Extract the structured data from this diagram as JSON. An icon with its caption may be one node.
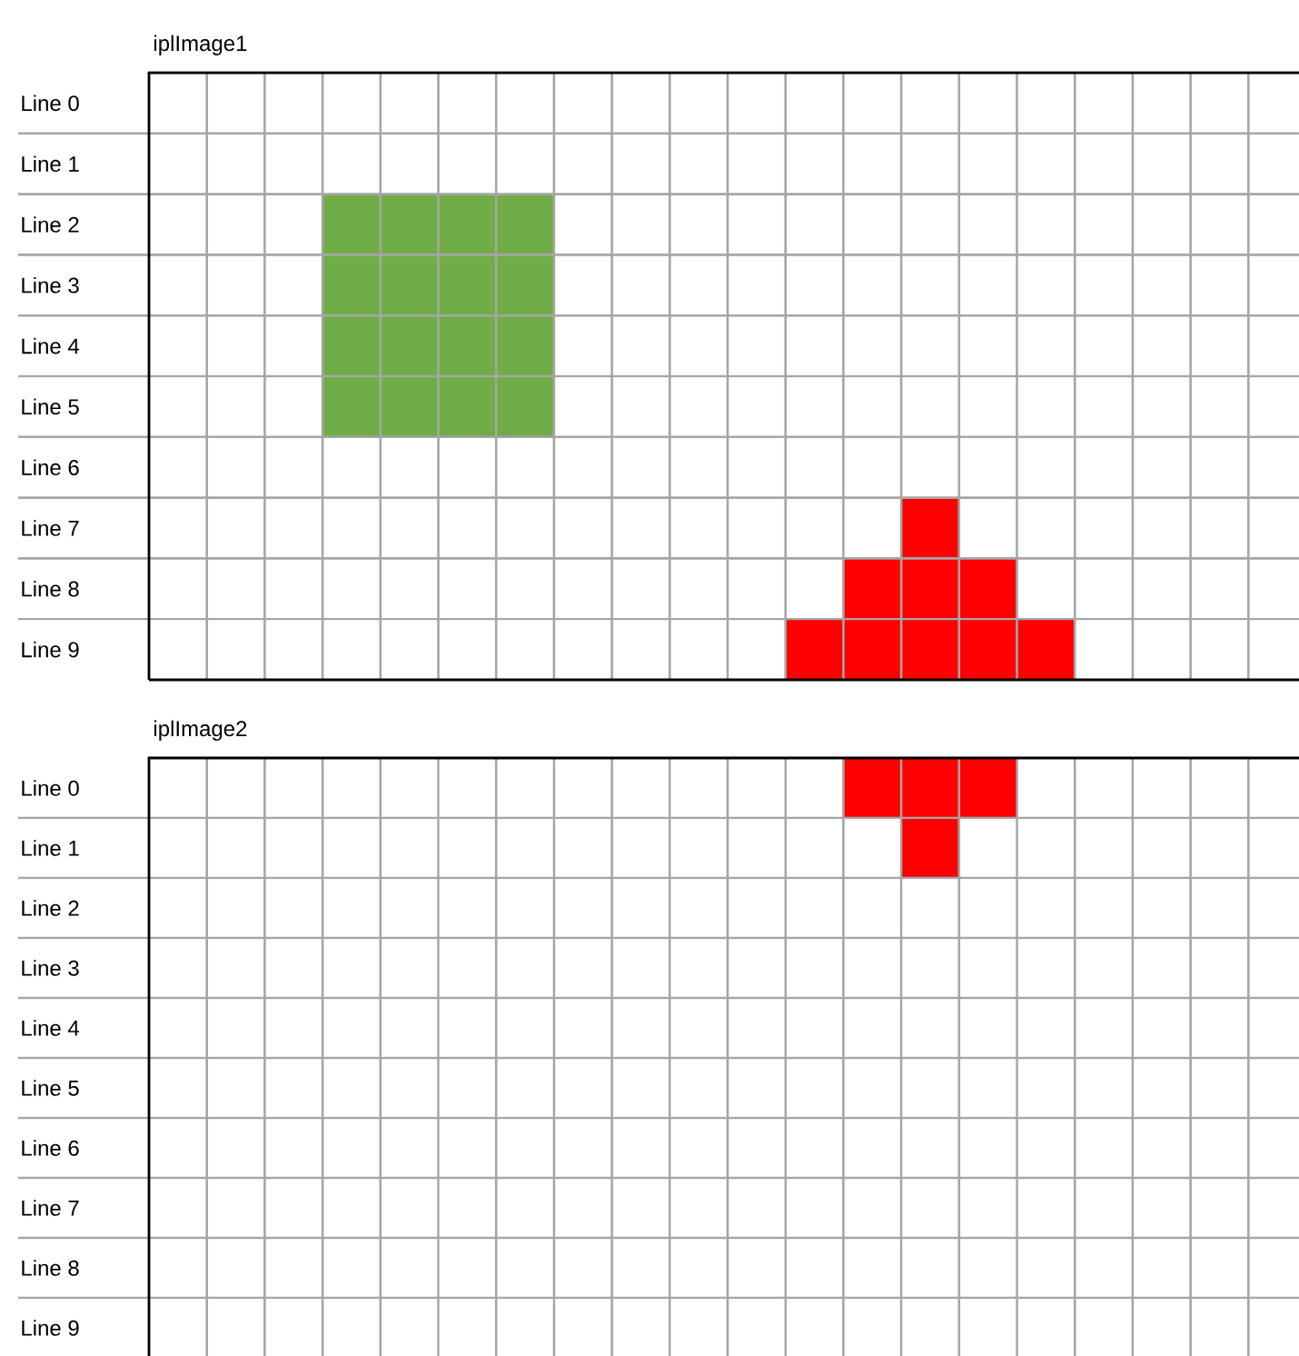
{
  "diagram": {
    "labels": [
      "iplImage1",
      "Line 0",
      "Line 1",
      "Line 2",
      "Line 3",
      "Line 4",
      "Line 5",
      "Line 6",
      "Line 7",
      "Line 8",
      "Line 9",
      "iplImage2",
      "Line 0",
      "Line 1",
      "Line 2",
      "Line 3",
      "Line 4",
      "Line 5",
      "Line 6",
      "Line 7",
      "Line 8",
      "Line 9"
    ]
  }
}
